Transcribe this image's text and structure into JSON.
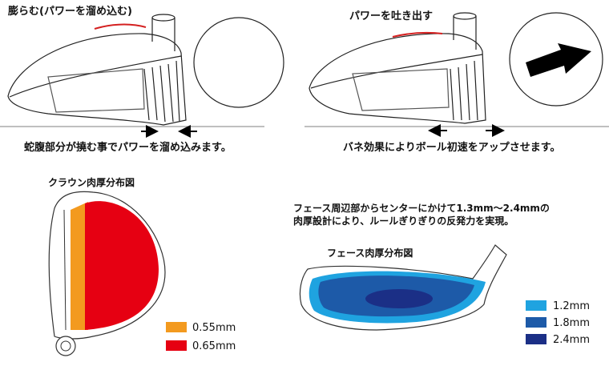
{
  "compress_panel": {
    "title": "膨らむ(パワーを溜め込む)",
    "caption": "蛇腹部分が撓む事でパワーを溜め込みます。"
  },
  "release_panel": {
    "title": "パワーを吐き出す",
    "caption": "バネ効果によりボール初速をアップさせます。"
  },
  "crown_map": {
    "title": "クラウン肉厚分布図",
    "legend": [
      {
        "label": "0.55mm",
        "color": "#f39a1f"
      },
      {
        "label": "0.65mm",
        "color": "#e60012"
      }
    ]
  },
  "face_map": {
    "description_line1": "フェース周辺部からセンターにかけて1.3mm～2.4mmの",
    "description_line2": "肉厚設計により、ルールぎりぎりの反発力を実現。",
    "title": "フェース肉厚分布図",
    "legend": [
      {
        "label": "1.2mm",
        "color": "#1fa3e0"
      },
      {
        "label": "1.8mm",
        "color": "#1d5aa8"
      },
      {
        "label": "2.4mm",
        "color": "#1b2f86"
      }
    ]
  }
}
